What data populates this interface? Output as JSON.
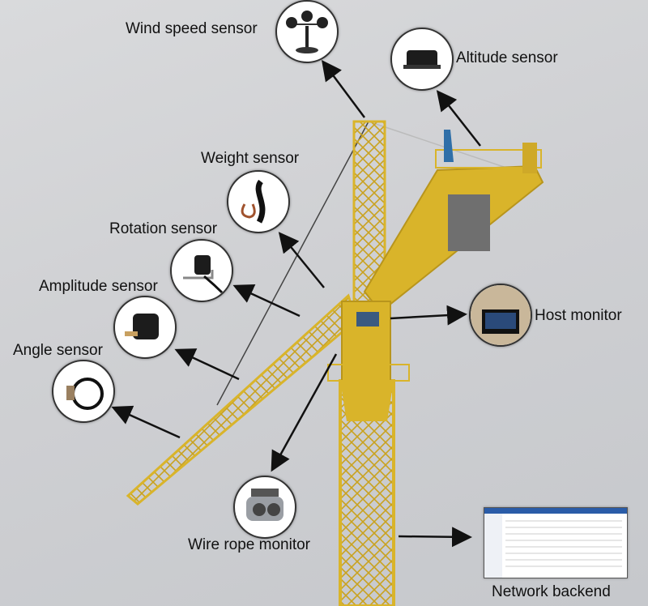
{
  "sensors": {
    "wind_speed": "Wind speed sensor",
    "altitude": "Altitude sensor",
    "weight": "Weight sensor",
    "rotation": "Rotation sensor",
    "amplitude": "Amplitude sensor",
    "angle": "Angle sensor",
    "host_monitor": "Host monitor",
    "wire_rope_monitor": "Wire rope monitor",
    "network_backend": "Network backend"
  },
  "colors": {
    "crane": "#d9b42a",
    "arrow": "#111111",
    "background": "#d0d1d4"
  }
}
